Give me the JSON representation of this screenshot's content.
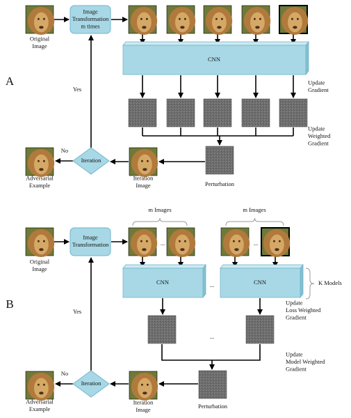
{
  "colors": {
    "process_fill": "#a8d8e6",
    "process_stroke": "#6fb4c9",
    "noise": "#6b6b6b",
    "arrow": "#000000",
    "lion_mane": "#b07a3c",
    "lion_face": "#d6a866",
    "photo_bg": "#6f7a3a"
  },
  "panel_a": {
    "label": "A",
    "original": [
      "Original",
      "Image"
    ],
    "transform": [
      "Image",
      "Transformation",
      "m times"
    ],
    "cnn": "CNN",
    "update_gradient": [
      "Update",
      "Gradient"
    ],
    "update_weighted": [
      "Update",
      "Weighted",
      "Gradient"
    ],
    "perturbation": "Perturbation",
    "iteration": "Iteration",
    "iteration_image": [
      "Iteration",
      "Image"
    ],
    "adversarial": [
      "Adversarial",
      "Example"
    ],
    "yes": "Yes",
    "no": "No"
  },
  "panel_b": {
    "label": "B",
    "original": [
      "Original",
      "Image"
    ],
    "transform": [
      "Image",
      "Transformation"
    ],
    "m_images_1": "m Images",
    "m_images_2": "m Images",
    "dots_small": "...",
    "dots_mid": "...",
    "cnn_1": "CNN",
    "cnn_2": "CNN",
    "k_models": "K Models",
    "update_loss": [
      "Update",
      "Loss Weighted",
      "Gradient"
    ],
    "update_model": [
      "Update",
      "Model Weighted",
      "Gradient"
    ],
    "perturbation": "Perturbation",
    "iteration": "Iteration",
    "iteration_image": [
      "Iteration",
      "Image"
    ],
    "adversarial": [
      "Adversarial",
      "Example"
    ],
    "yes": "Yes",
    "no": "No"
  }
}
